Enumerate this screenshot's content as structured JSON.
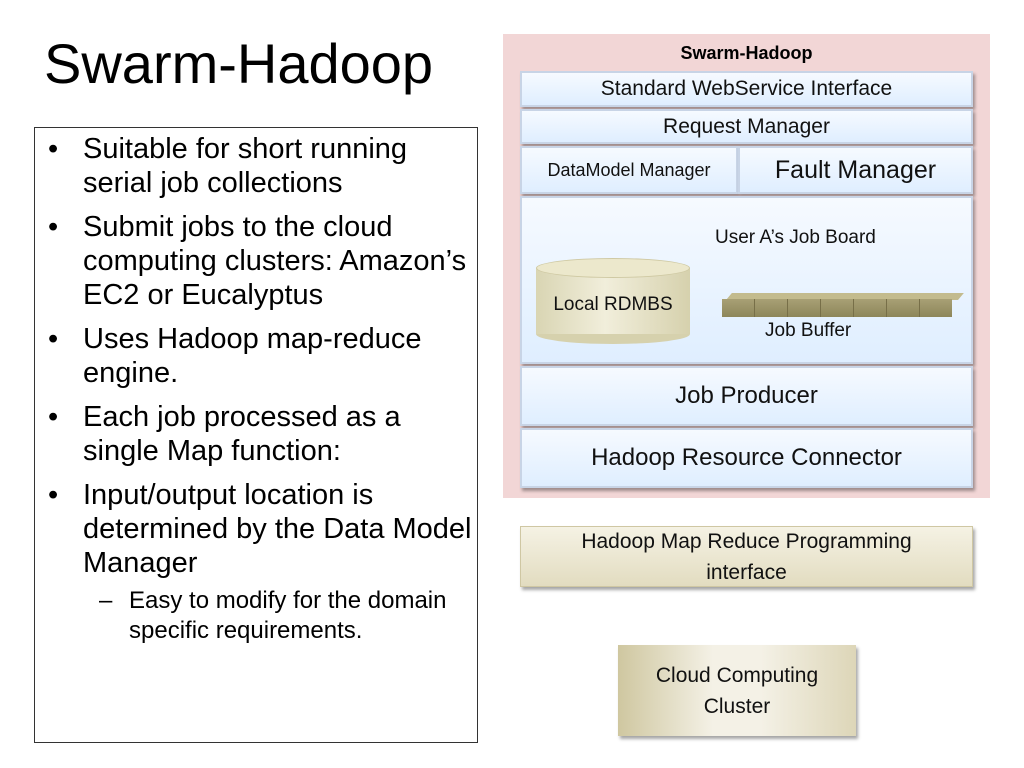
{
  "title": "Swarm-Hadoop",
  "bullets": [
    "Suitable for short running serial job collections",
    "Submit jobs to the cloud computing clusters: Amazon’s EC2 or Eucalyptus",
    "Uses Hadoop map-reduce engine.",
    "Each job processed as a single Map function:",
    "Input/output location is determined by the Data Model Manager"
  ],
  "sub_bullets": [
    "Easy to modify for the domain specific requirements."
  ],
  "diagram": {
    "title": "Swarm-Hadoop",
    "standard_webservice": "Standard WebService Interface",
    "request_manager": "Request Manager",
    "datamodel_manager": "DataModel Manager",
    "fault_manager": "Fault Manager",
    "job_board": "User A’s Job Board",
    "local_rdbms": "Local RDMBS",
    "job_buffer": "Job Buffer",
    "job_producer": "Job Producer",
    "resource_connector": "Hadoop Resource Connector",
    "mapreduce_line1": "Hadoop Map Reduce Programming",
    "mapreduce_line2": "interface",
    "cloud_line1": "Cloud Computing",
    "cloud_line2": "Cluster"
  },
  "colors": {
    "diagram_background": "#f2d6d6",
    "component_box": "#dfeeff",
    "external_box": "#e2dcc0",
    "job_buffer": "#9a9267"
  }
}
